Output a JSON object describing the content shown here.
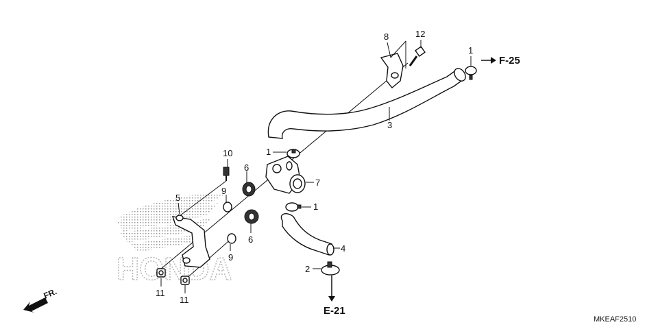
{
  "diagram": {
    "callouts": {
      "p8": "8",
      "p12": "12",
      "p1_top": "1",
      "p3": "3",
      "p10": "10",
      "p1_mid": "1",
      "p6_top": "6",
      "p7": "7",
      "p5": "5",
      "p9_top": "9",
      "p1_low": "1",
      "p6_low": "6",
      "p9_low": "9",
      "p4": "4",
      "p2": "2",
      "p11_left": "11",
      "p11_right": "11"
    },
    "refs": {
      "f25": "F-25",
      "e21": "E-21"
    },
    "front_label": "FR.",
    "diagram_code": "MKEAF2510",
    "watermark": "HONDA"
  }
}
